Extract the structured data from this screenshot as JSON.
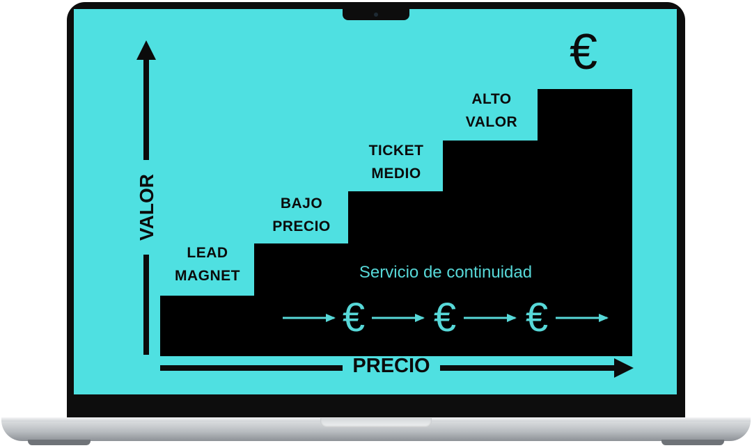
{
  "diagram": {
    "steps": [
      {
        "line1": "LEAD",
        "line2": "MAGNET"
      },
      {
        "line1": "BAJO",
        "line2": "PRECIO"
      },
      {
        "line1": "TICKET",
        "line2": "MEDIO"
      },
      {
        "line1": "ALTO",
        "line2": "VALOR"
      }
    ],
    "x_axis_label": "PRECIO",
    "y_axis_label": "VALOR",
    "continuity_label": "Servicio de continuidad",
    "currency_symbol": "€",
    "colors": {
      "screen_background": "#4fe0e1",
      "stairs": "#000000",
      "continuity_accent": "#57d8d8"
    }
  }
}
